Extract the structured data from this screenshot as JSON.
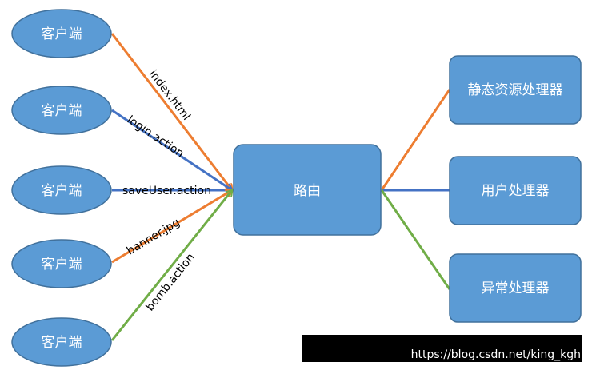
{
  "clients": [
    "客户端",
    "客户端",
    "客户端",
    "客户端",
    "客户端"
  ],
  "router": "路由",
  "handlers": [
    "静态资源处理器",
    "用户处理器",
    "异常处理器"
  ],
  "requests": [
    "index.html",
    "login.action",
    "saveUser.action",
    "banner.jpg",
    "bomb.action"
  ],
  "colors": {
    "node_fill": "#5b9bd5",
    "node_stroke": "#41719c",
    "orange_edge": "#ed7d31",
    "blue_edge": "#4472c4",
    "green_edge": "#70ad47"
  },
  "watermark": "https://blog.csdn.net/king_kgh"
}
